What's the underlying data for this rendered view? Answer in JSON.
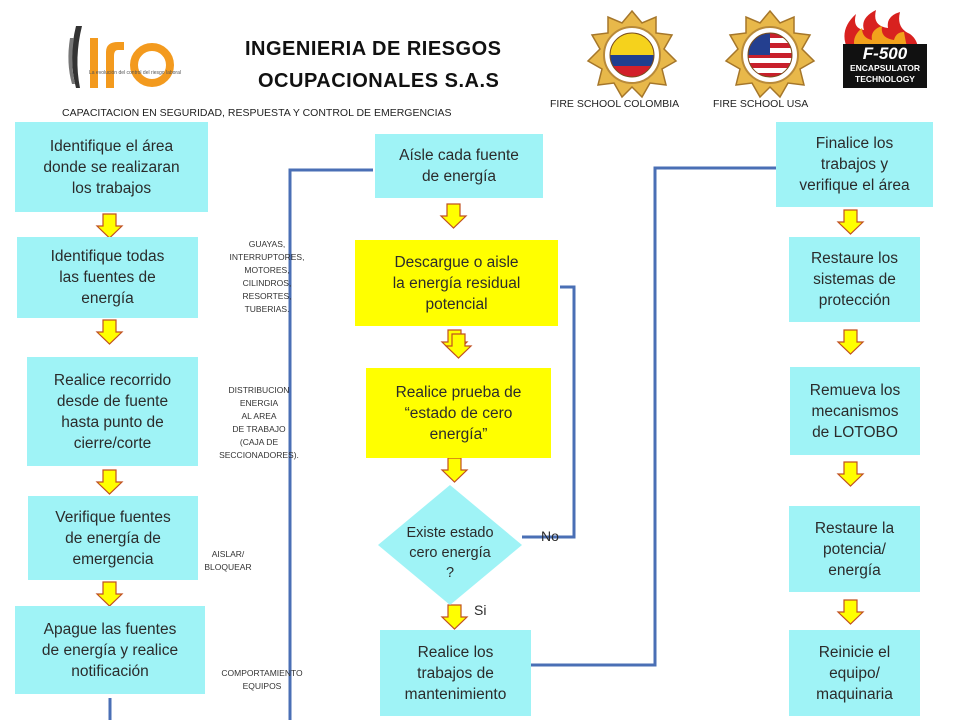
{
  "header": {
    "logo_text": "lro",
    "logo_tagline": "La evolución del control del riesgo laboral",
    "title_line1": "INGENIERIA  DE RIESGOS",
    "title_line2": "OCUPACIONALES S.A.S",
    "subtitle": "CAPACITACION EN SEGURIDAD, RESPUESTA Y CONTROL DE EMERGENCIAS",
    "badge1_caption": "FIRE SCHOOL COLOMBIA",
    "badge2_caption": "FIRE SCHOOL USA",
    "badge_text": "Fire School",
    "badge1_country": "Colombia",
    "badge2_country": "USA",
    "f500_line1": "F-500",
    "f500_line2": "ENCAPSULATOR",
    "f500_line3": "TECHNOLOGY"
  },
  "colors": {
    "box_fill": "#9ff3f6",
    "highlight_fill": "#ffff00",
    "arrow_fill": "#ffff00",
    "arrow_stroke": "#c05020",
    "connector": "#4a6fb5"
  },
  "left_column": {
    "step1": "Identifique el área\ndonde se realizaran\nlos trabajos",
    "step2": "Identifique todas\nlas fuentes de\nenergía",
    "step3": "Realice recorrido\ndesde de fuente\nhasta punto de\ncierre/corte",
    "step4": "Verifique fuentes\nde energía de\nemergencia",
    "step5": "Apague las fuentes\nde energía y realice\nnotificación"
  },
  "notes": {
    "note1": "GUAYAS,\nINTERRUPTORES,\nMOTORES,\nCILINDROS,\nRESORTES,\nTUBERIAS.",
    "note2": "DISTRIBUCION\nENERGIA\nAL AREA\nDE TRABAJO\n(CAJA DE\nSECCIONADORES).",
    "note3": "AISLAR/\nBLOQUEAR",
    "note4": "COMPORTAMIENTO\nEQUIPOS"
  },
  "middle_column": {
    "step1": "Aísle cada fuente\nde energía",
    "step2": "Descargue o aisle\nla energía residual\npotencial",
    "step3": "Realice prueba de\n“estado de cero\nenergía”",
    "decision": "Existe estado\ncero energía\n?",
    "no_label": "No",
    "yes_label": "Si",
    "step4": "Realice los\ntrabajos de\nmantenimiento"
  },
  "right_column": {
    "step1": "Finalice los\ntrabajos y\nverifique el área",
    "step2": "Restaure los\nsistemas de\nprotección",
    "step3": "Remueva los\nmecanismos\nde LOTOBO",
    "step4": "Restaure la\npotencia/\nenergía",
    "step5": "Reinicie el\nequipo/\nmaquinaria"
  }
}
